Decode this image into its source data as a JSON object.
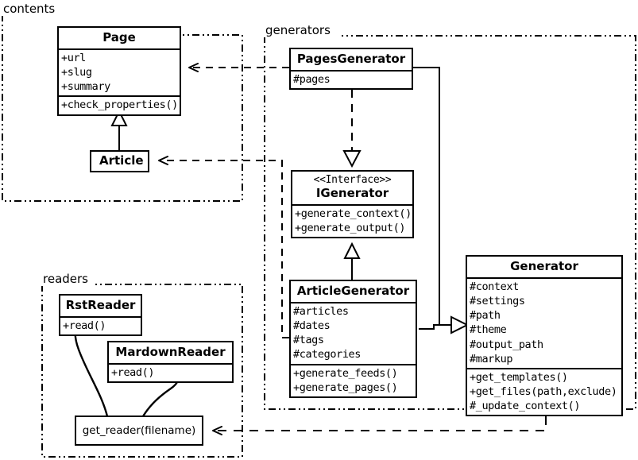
{
  "diagram": {
    "type": "uml-class-diagram",
    "packages": [
      {
        "id": "contents",
        "label": "contents"
      },
      {
        "id": "generators",
        "label": "generators"
      },
      {
        "id": "readers",
        "label": "readers"
      }
    ]
  },
  "classes": {
    "page": {
      "name": "Page",
      "attributes": [
        "+url",
        "+slug",
        "+summary"
      ],
      "methods": [
        "+check_properties()"
      ]
    },
    "article": {
      "name": "Article",
      "attributes": [],
      "methods": []
    },
    "pages_generator": {
      "name": "PagesGenerator",
      "attributes": [
        "#pages"
      ],
      "methods": []
    },
    "igenerator": {
      "stereotype": "<<Interface>>",
      "name": "IGenerator",
      "attributes": [],
      "methods": [
        "+generate_context()",
        "+generate_output()"
      ]
    },
    "article_generator": {
      "name": "ArticleGenerator",
      "attributes": [
        "#articles",
        "#dates",
        "#tags",
        "#categories"
      ],
      "methods": [
        "+generate_feeds()",
        "+generate_pages()"
      ]
    },
    "generator": {
      "name": "Generator",
      "attributes": [
        "#context",
        "#settings",
        "#path",
        "#theme",
        "#output_path",
        "#markup"
      ],
      "methods": [
        "+get_templates()",
        "+get_files(path,exclude)",
        "#_update_context()"
      ]
    },
    "rst_reader": {
      "name": "RstReader",
      "attributes": [],
      "methods": [
        "+read()"
      ]
    },
    "mardown_reader": {
      "name": "MardownReader",
      "attributes": [],
      "methods": [
        "+read()"
      ]
    },
    "get_reader": {
      "name": "get_reader(filename)"
    }
  },
  "relationships": [
    {
      "from": "pages_generator",
      "to": "page",
      "kind": "dependency"
    },
    {
      "from": "article_generator",
      "to": "article",
      "kind": "dependency"
    },
    {
      "from": "article",
      "to": "page",
      "kind": "generalization"
    },
    {
      "from": "pages_generator",
      "to": "igenerator",
      "kind": "realization"
    },
    {
      "from": "article_generator",
      "to": "igenerator",
      "kind": "generalization"
    },
    {
      "from": "pages_generator",
      "to": "generator",
      "kind": "generalization"
    },
    {
      "from": "article_generator",
      "to": "generator",
      "kind": "generalization"
    },
    {
      "from": "generator",
      "to": "get_reader",
      "kind": "dependency"
    }
  ],
  "colors": {
    "stroke": "#000000",
    "background": "#ffffff"
  }
}
